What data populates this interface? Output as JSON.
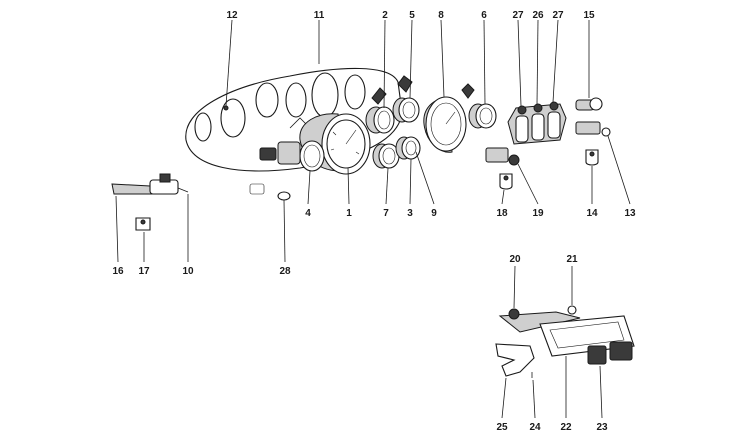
{
  "callouts": [
    {
      "id": "c1",
      "label": "1"
    },
    {
      "id": "c2",
      "label": "2"
    },
    {
      "id": "c3",
      "label": "3"
    },
    {
      "id": "c4",
      "label": "4"
    },
    {
      "id": "c5",
      "label": "5"
    },
    {
      "id": "c6",
      "label": "6"
    },
    {
      "id": "c7",
      "label": "7"
    },
    {
      "id": "c8",
      "label": "8"
    },
    {
      "id": "c9",
      "label": "9"
    },
    {
      "id": "c10",
      "label": "10"
    },
    {
      "id": "c11",
      "label": "11"
    },
    {
      "id": "c12",
      "label": "12"
    },
    {
      "id": "c13",
      "label": "13"
    },
    {
      "id": "c14",
      "label": "14"
    },
    {
      "id": "c15",
      "label": "15"
    },
    {
      "id": "c16",
      "label": "16"
    },
    {
      "id": "c17",
      "label": "17"
    },
    {
      "id": "c18",
      "label": "18"
    },
    {
      "id": "c19",
      "label": "19"
    },
    {
      "id": "c20",
      "label": "20"
    },
    {
      "id": "c21",
      "label": "21"
    },
    {
      "id": "c22",
      "label": "22"
    },
    {
      "id": "c23",
      "label": "23"
    },
    {
      "id": "c24",
      "label": "24"
    },
    {
      "id": "c25",
      "label": "25"
    },
    {
      "id": "c26",
      "label": "26"
    },
    {
      "id": "c27a",
      "label": "27"
    },
    {
      "id": "c27b",
      "label": "27"
    },
    {
      "id": "c28",
      "label": "28"
    }
  ]
}
